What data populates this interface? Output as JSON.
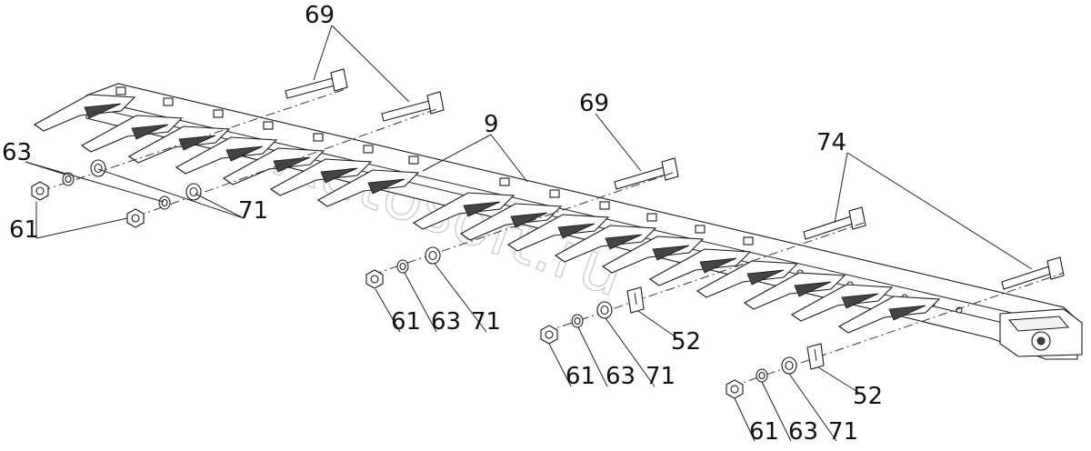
{
  "watermark": "Autosoft.ru",
  "callouts": {
    "c69a": "69",
    "c69b": "69",
    "c9": "9",
    "c74": "74",
    "c63a": "63",
    "c61a": "61",
    "c71a": "71",
    "c61b": "61",
    "c63b": "63",
    "c71b": "71",
    "c52a": "52",
    "c61c": "61",
    "c63c": "63",
    "c71c": "71",
    "c52b": "52",
    "c61d": "61",
    "c63d": "63",
    "c71d": "71"
  }
}
